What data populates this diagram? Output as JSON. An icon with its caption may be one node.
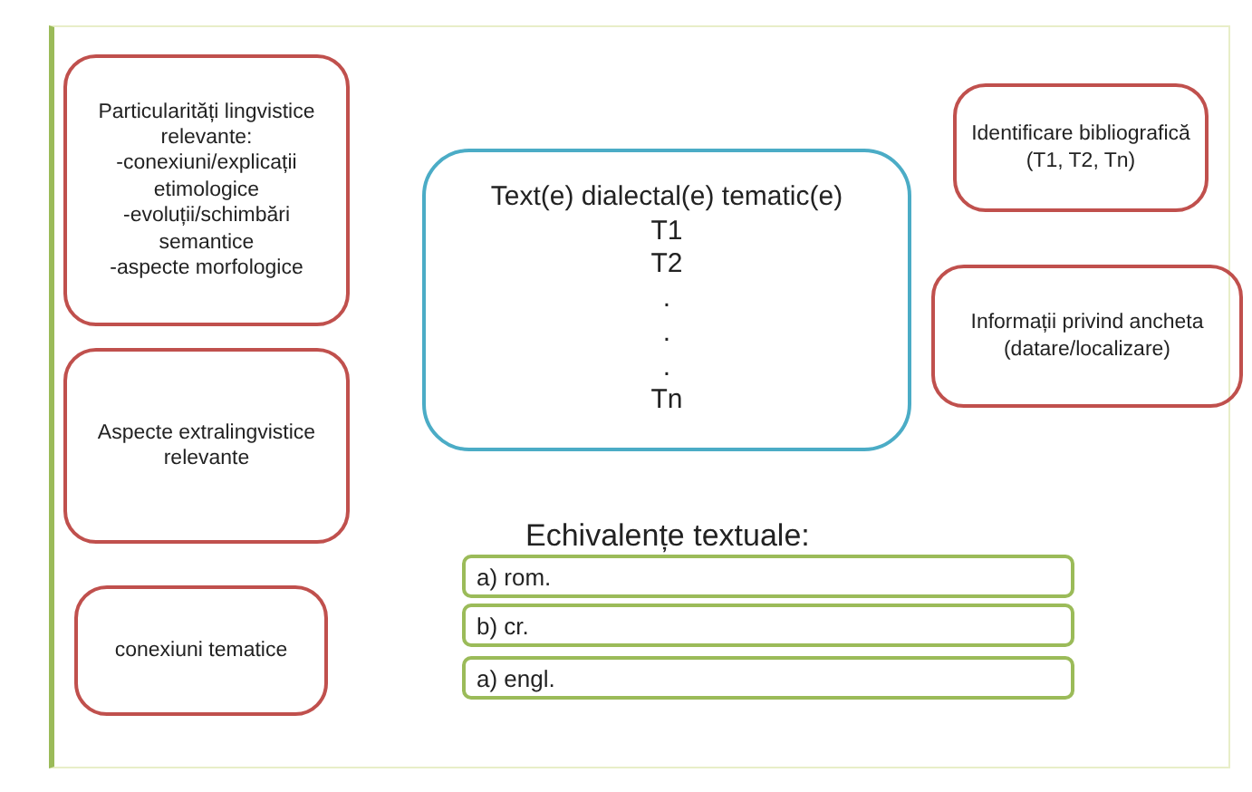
{
  "diagram": {
    "nodes": [
      {
        "text": [
          "Particularități lingvistice relevante:",
          "-conexiuni/explicații etimologice",
          "-evoluții/schimbări semantice",
          "-aspecte morfologice"
        ]
      },
      {
        "text": [
          "Aspecte extralingvistice relevante"
        ]
      },
      {
        "text": [
          "conexiuni tematice"
        ]
      },
      {
        "text": [
          "Text(e) dialectal(e) tematic(e)",
          "T1",
          "T2",
          ".",
          ".",
          ".",
          "Tn"
        ]
      },
      {
        "text": [
          "Identificare bibliografică (T1, T2, Tn)"
        ]
      },
      {
        "text": [
          "Informații privind ancheta (datare/localizare)"
        ]
      },
      {
        "text": [
          "a) rom."
        ]
      },
      {
        "text": [
          "b) cr."
        ]
      },
      {
        "text": [
          "a) engl."
        ]
      }
    ],
    "edges": [],
    "labels": [
      "Echivalențe textuale:"
    ]
  }
}
